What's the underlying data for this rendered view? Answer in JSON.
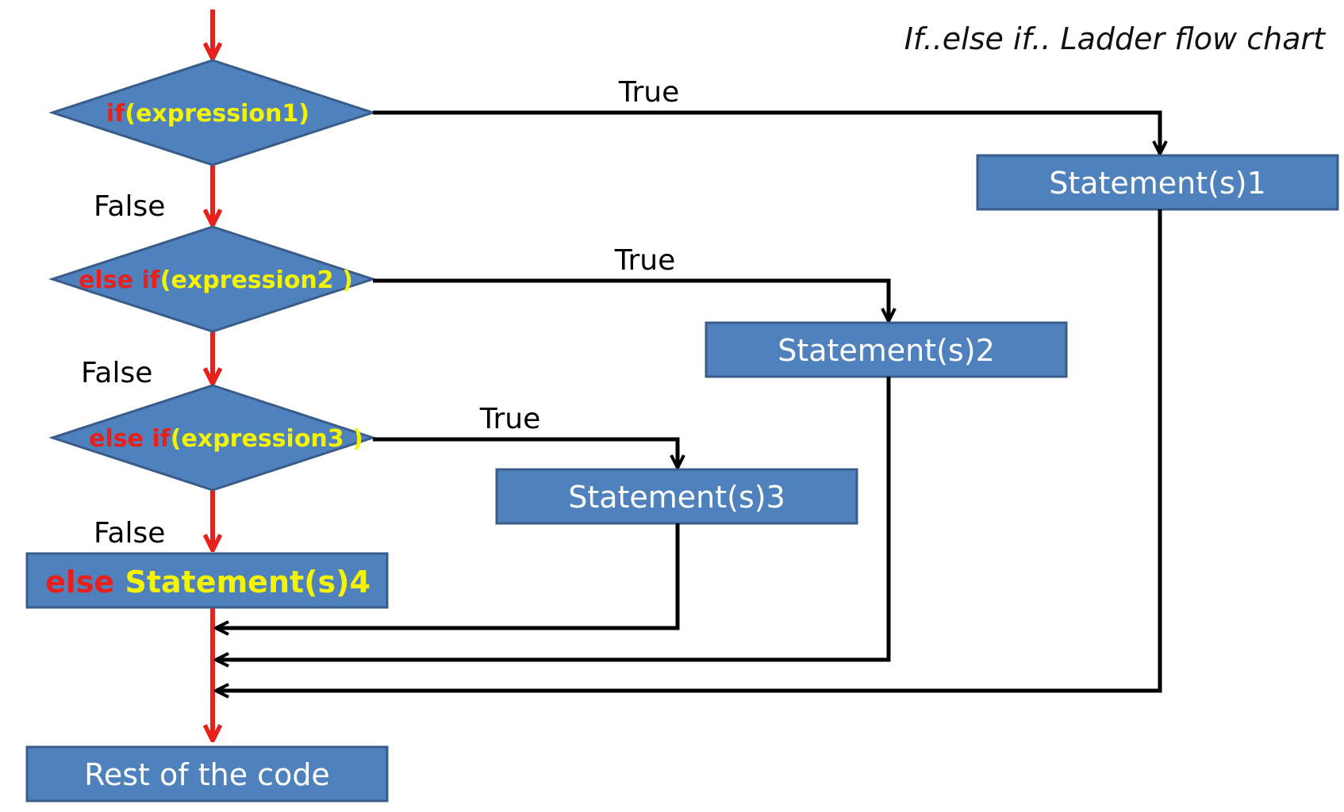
{
  "title": "If..else if.. Ladder flow chart",
  "colors": {
    "box_fill": "#4f81bd",
    "box_stroke": "#385d8a",
    "keyword": "#e8201c",
    "expression": "#f4f400",
    "box_text": "#ffffff",
    "false_flow": "#e8201c",
    "true_flow": "#000000"
  },
  "conditions": [
    {
      "keyword": "if",
      "expression": "(expression1)"
    },
    {
      "keyword": "else if",
      "expression": "(expression2 )"
    },
    {
      "keyword": "else if",
      "expression": "(expression3 )"
    }
  ],
  "true_labels": [
    "True",
    "True",
    "True"
  ],
  "false_labels": [
    "False",
    "False",
    "False"
  ],
  "statements": [
    "Statement(s)1",
    "Statement(s)2",
    "Statement(s)3"
  ],
  "else_block": {
    "keyword": "else",
    "statement": "Statement(s)4"
  },
  "end_box": "Rest of the code"
}
